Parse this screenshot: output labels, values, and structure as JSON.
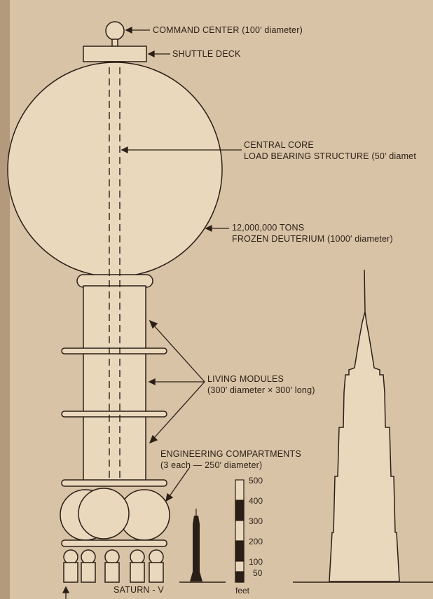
{
  "labels": {
    "command_center": "COMMAND CENTER (100′ diameter)",
    "shuttle_deck": "SHUTTLE DECK",
    "central_core_1": "CENTRAL CORE",
    "central_core_2": "LOAD BEARING STRUCTURE (50′ diamet",
    "deuterium_1": "12,000,000 TONS",
    "deuterium_2": "FROZEN DEUTERIUM (1000′ diameter)",
    "living_1": "LIVING MODULES",
    "living_2": "(300′ diameter × 300′ long)",
    "engineering_1": "ENGINEERING COMPARTMENTS",
    "engineering_2": "(3 each — 250′ diameter)",
    "saturn": "SATURN - V"
  },
  "scale": {
    "unit": "feet",
    "ticks": [
      "500",
      "400",
      "300",
      "200",
      "100",
      "50"
    ]
  },
  "colors": {
    "paper": "#d9c3a6",
    "fill": "#ead8bd",
    "ink": "#2a1f17"
  }
}
